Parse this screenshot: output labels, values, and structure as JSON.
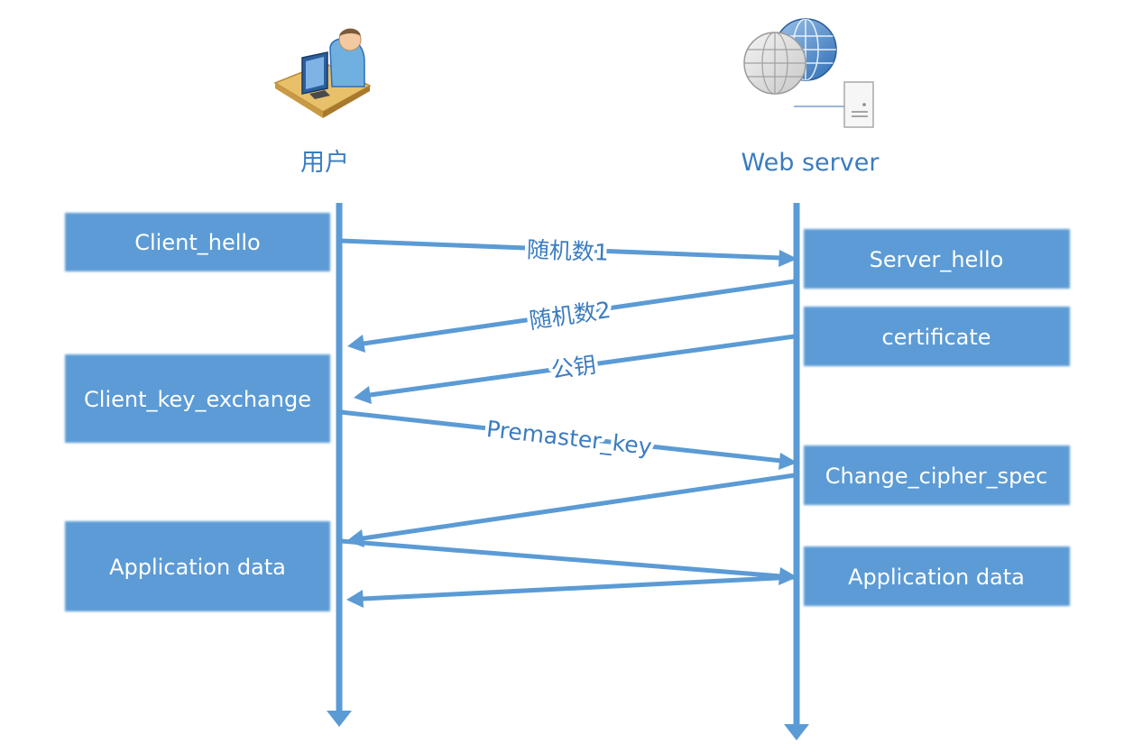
{
  "actors": {
    "client": {
      "label": "用户",
      "icon": "user-computer-icon"
    },
    "server": {
      "label": "Web server",
      "icon": "globe-server-icon"
    }
  },
  "client_steps": [
    "Client_hello",
    "Client_key_exchange",
    "Application data"
  ],
  "server_steps": [
    "Server_hello",
    "certificate",
    "Change_cipher_spec",
    "Application data"
  ],
  "messages": [
    {
      "from": "client",
      "to": "server",
      "label": "随机数1"
    },
    {
      "from": "server",
      "to": "client",
      "label": "随机数2"
    },
    {
      "from": "server",
      "to": "client",
      "label": "公钥"
    },
    {
      "from": "client",
      "to": "server",
      "label": "Premaster_key"
    },
    {
      "from": "server",
      "to": "client",
      "label": ""
    },
    {
      "from": "client",
      "to": "server",
      "label": ""
    },
    {
      "from": "server",
      "to": "client",
      "label": ""
    }
  ],
  "colors": {
    "accent": "#5b9bd5",
    "label": "#3a7cc0"
  }
}
